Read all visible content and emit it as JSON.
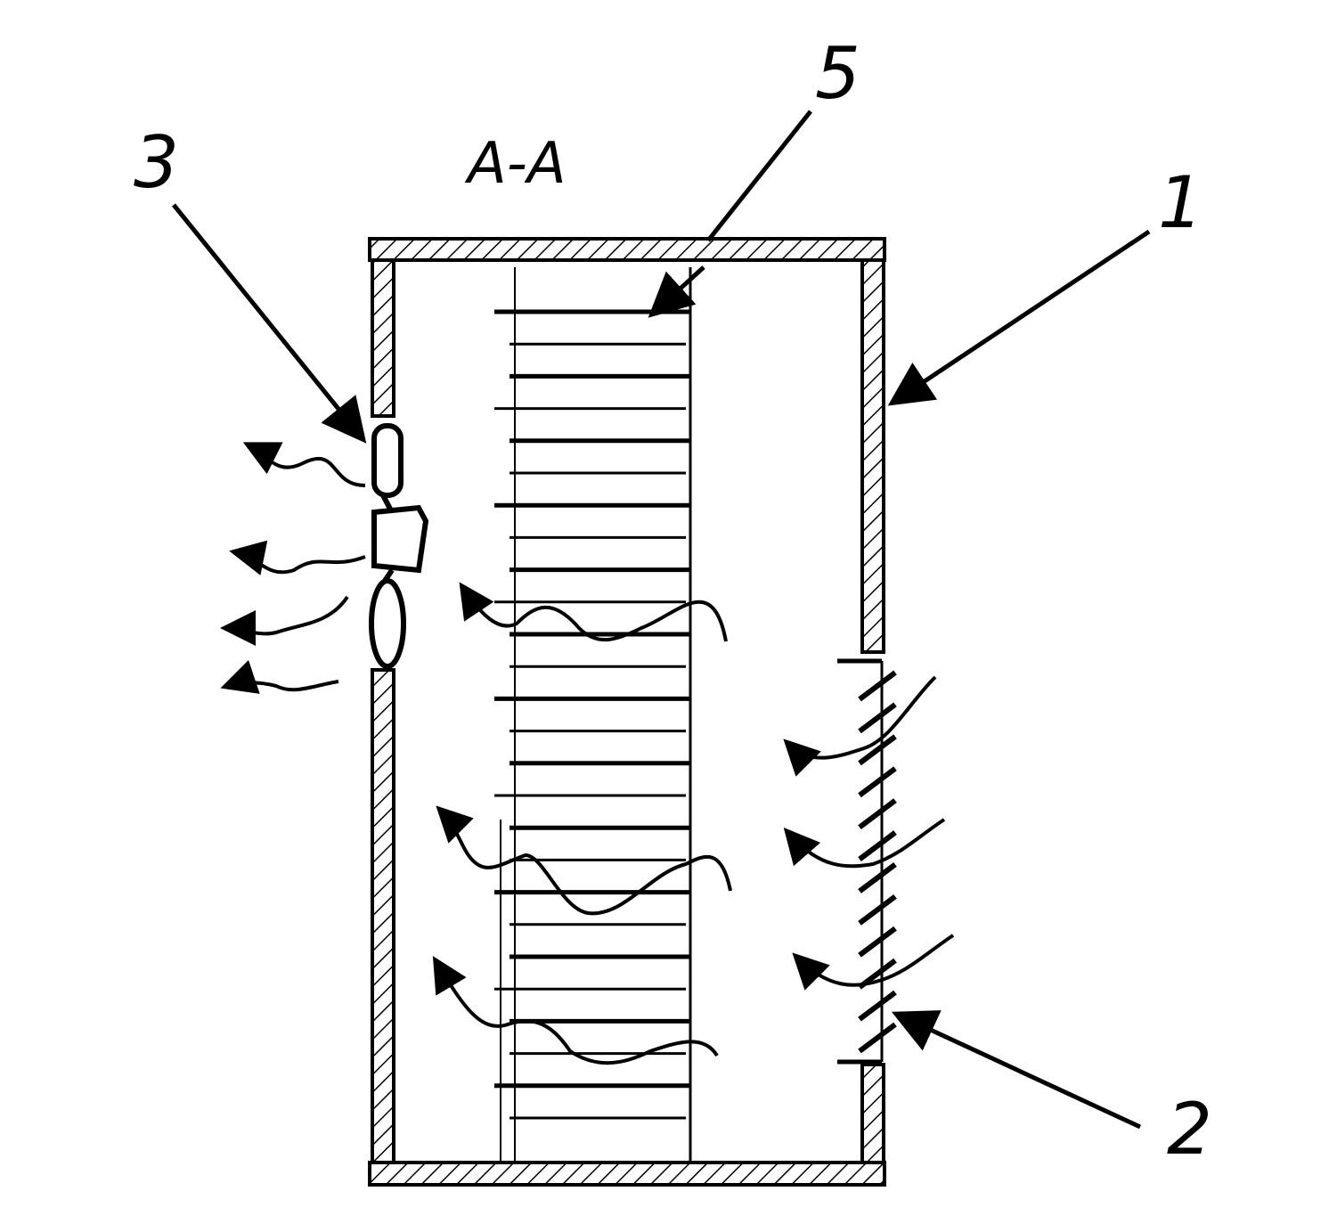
{
  "diagram": {
    "section_label": "A-A",
    "reference_numerals": {
      "housing": "1",
      "louvered_inlet": "2",
      "fan_outlet": "3",
      "stack": "5"
    },
    "stack_line_count": 26,
    "louver_count": 12,
    "colors": {
      "ink": "#000000",
      "paper": "#ffffff"
    }
  }
}
